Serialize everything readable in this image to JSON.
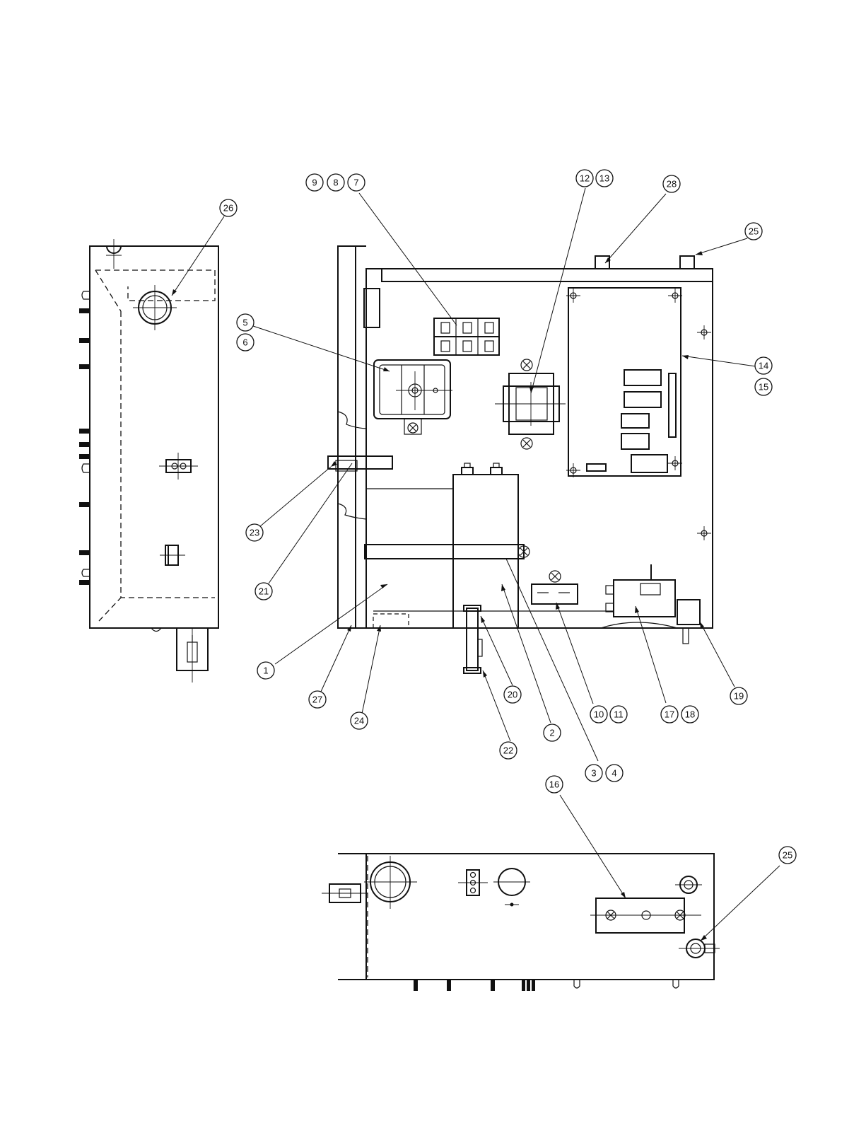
{
  "callouts": [
    {
      "id": "c1",
      "label": "1"
    },
    {
      "id": "c2",
      "label": "2"
    },
    {
      "id": "c3",
      "label": "3"
    },
    {
      "id": "c4",
      "label": "4"
    },
    {
      "id": "c5",
      "label": "5"
    },
    {
      "id": "c6",
      "label": "6"
    },
    {
      "id": "c7",
      "label": "7"
    },
    {
      "id": "c8",
      "label": "8"
    },
    {
      "id": "c9",
      "label": "9"
    },
    {
      "id": "c10",
      "label": "10"
    },
    {
      "id": "c11",
      "label": "11"
    },
    {
      "id": "c12",
      "label": "12"
    },
    {
      "id": "c13",
      "label": "13"
    },
    {
      "id": "c14",
      "label": "14"
    },
    {
      "id": "c15",
      "label": "15"
    },
    {
      "id": "c16",
      "label": "16"
    },
    {
      "id": "c17",
      "label": "17"
    },
    {
      "id": "c18",
      "label": "18"
    },
    {
      "id": "c19",
      "label": "19"
    },
    {
      "id": "c20",
      "label": "20"
    },
    {
      "id": "c21",
      "label": "21"
    },
    {
      "id": "c22",
      "label": "22"
    },
    {
      "id": "c23",
      "label": "23"
    },
    {
      "id": "c24",
      "label": "24"
    },
    {
      "id": "c25a",
      "label": "25"
    },
    {
      "id": "c25b",
      "label": "25"
    },
    {
      "id": "c26",
      "label": "26"
    },
    {
      "id": "c27",
      "label": "27"
    },
    {
      "id": "c28",
      "label": "28"
    }
  ]
}
